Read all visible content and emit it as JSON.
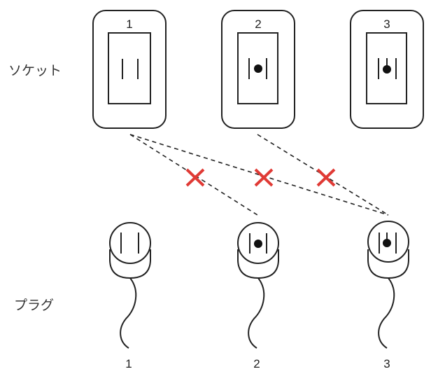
{
  "labels": {
    "socket": "ソケット",
    "plug": "プラグ"
  },
  "sockets": [
    {
      "number": "1",
      "type": "two-prong"
    },
    {
      "number": "2",
      "type": "two-prong-with-round-pin"
    },
    {
      "number": "3",
      "type": "two-prong-with-ground-pin"
    }
  ],
  "plugs": [
    {
      "number": "1",
      "type": "two-prong"
    },
    {
      "number": "2",
      "type": "two-prong-with-round-pin"
    },
    {
      "number": "3",
      "type": "two-prong-with-ground-pin"
    }
  ],
  "incompatible_connections": [
    {
      "socket": "1",
      "plug": "2"
    },
    {
      "socket": "1",
      "plug": "3"
    },
    {
      "socket": "2",
      "plug": "3"
    }
  ],
  "colors": {
    "cross": "#e03a35",
    "line": "#222222"
  }
}
